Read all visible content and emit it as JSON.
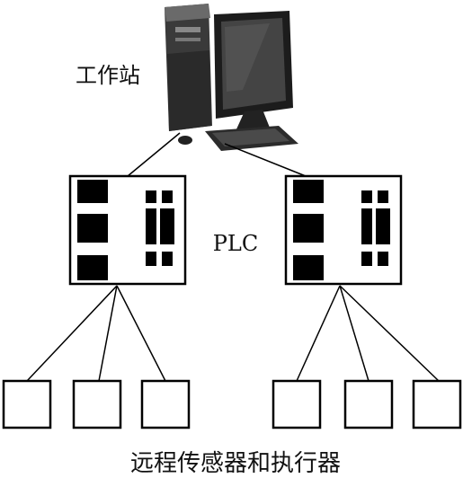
{
  "workstation": {
    "label": "工作站",
    "icon": "desktop-computer-icon"
  },
  "plc": {
    "label": "PLC",
    "count": 2
  },
  "field_devices": {
    "label": "远程传感器和执行器",
    "per_plc": 3
  },
  "colors": {
    "stroke": "#000000",
    "fill": "#000000",
    "background": "#ffffff"
  }
}
